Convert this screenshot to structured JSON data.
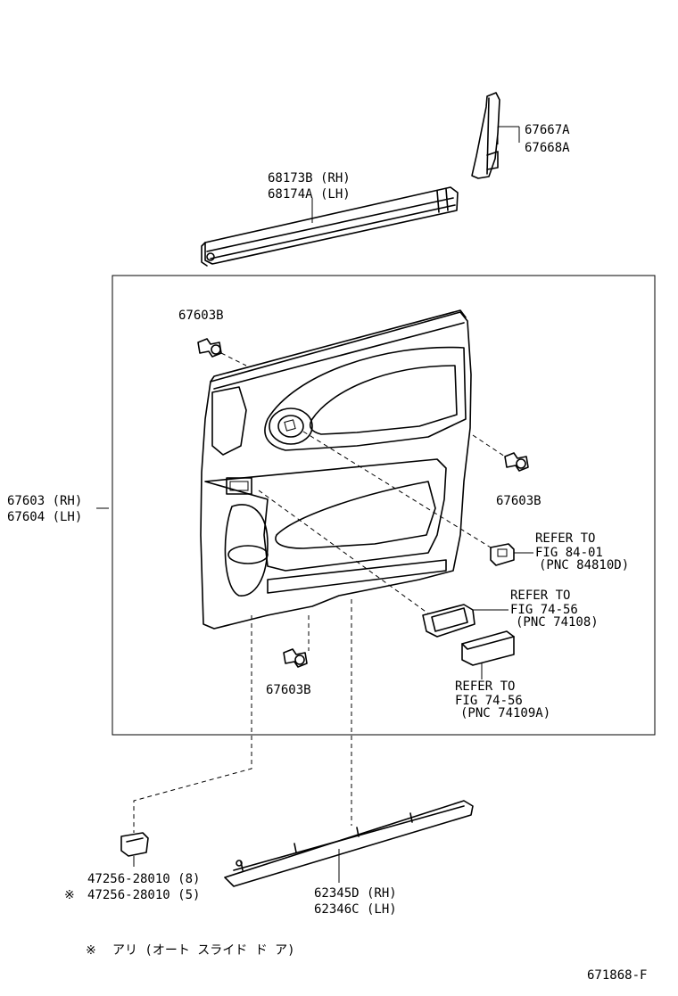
{
  "callouts": {
    "rear_trim": [
      "67667A",
      "67668A"
    ],
    "belt_moulding": [
      "68173B (RH)",
      "68174A (LH)"
    ],
    "clip_top": "67603B",
    "clip_right": "67603B",
    "clip_bottom": "67603B",
    "trim_board": [
      "67603 (RH)",
      "67604 (LH)"
    ],
    "ref_switch": [
      "REFER TO",
      "FIG 84-01",
      "(PNC 84810D)"
    ],
    "ref_handle": [
      "REFER TO",
      "FIG 74-56",
      "(PNC 74108)"
    ],
    "ref_cover": [
      "REFER TO",
      "FIG 74-56",
      "(PNC 74109A)"
    ],
    "clip_small": [
      "47256-28010 (8)",
      "47256-28010 (5)"
    ],
    "clip_small_mark": "※",
    "lower_trim": [
      "62345D (RH)",
      "62346C (LH)"
    ]
  },
  "footnote": {
    "mark": "※",
    "text": "アリ (オート スライド ド ア)"
  },
  "figure_id": "671868-F"
}
